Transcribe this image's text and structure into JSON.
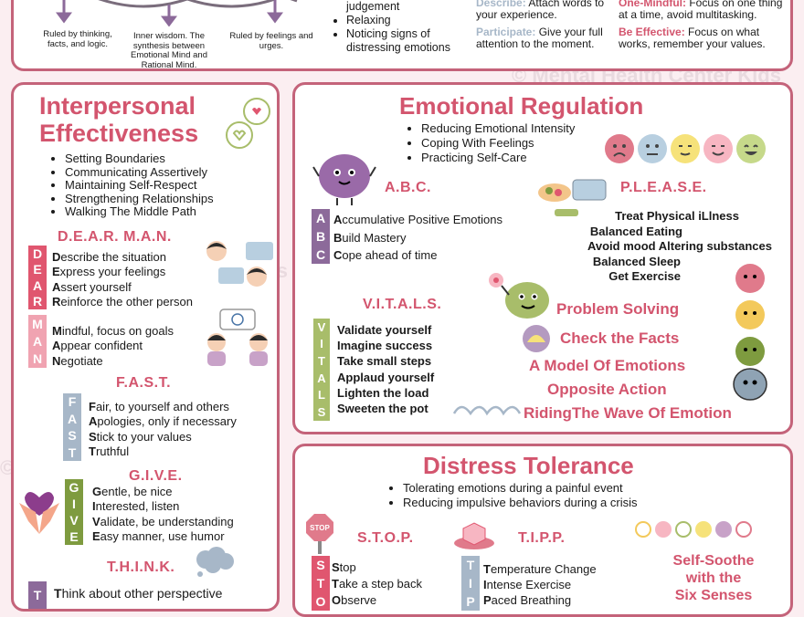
{
  "top": {
    "rational": "Ruled by thinking, facts, and logic.",
    "wise": "Inner wisdom. The synthesis between Emotional Mind and Rational Mind.",
    "emotional": "Ruled by feelings and urges.",
    "list": [
      "judgement",
      "Relaxing",
      "Noticing signs of distressing emotions"
    ],
    "describe_label": "Describe:",
    "describe_text": "Attach words to your experience.",
    "participate_label": "Participate:",
    "participate_text": "Give your full attention to the moment.",
    "onemind_label": "One-Mindful:",
    "onemind_text": "Focus on one thing at a time, avoid multitasking.",
    "effective_label": "Be Effective:",
    "effective_text": "Focus on what works, remember your values."
  },
  "interpersonal": {
    "title_line1": "Interpersonal",
    "title_line2": "Effectiveness",
    "bullets": [
      "Setting Boundaries",
      "Communicating Assertively",
      "Maintaining Self-Respect",
      "Strengthening Relationships",
      "Walking The Middle Path"
    ],
    "dearman_title": "D.E.A.R. M.A.N.",
    "dear_letters": [
      "D",
      "E",
      "A",
      "R"
    ],
    "dear_lines": [
      [
        "D",
        "escribe the situation"
      ],
      [
        "E",
        "xpress your feelings"
      ],
      [
        "A",
        "ssert yourself"
      ],
      [
        "R",
        "einforce the other person"
      ]
    ],
    "man_letters": [
      "M",
      "A",
      "N"
    ],
    "man_lines": [
      [
        "M",
        "indful, focus on goals"
      ],
      [
        "A",
        "ppear confident"
      ],
      [
        "N",
        "egotiate"
      ]
    ],
    "fast_title": "F.A.S.T.",
    "fast_letters": [
      "F",
      "A",
      "S",
      "T"
    ],
    "fast_lines": [
      [
        "F",
        "air, to yourself and others"
      ],
      [
        "A",
        "pologies, only if necessary"
      ],
      [
        "S",
        "tick to your values"
      ],
      [
        "T",
        "ruthful"
      ]
    ],
    "give_title": "G.I.V.E.",
    "give_letters": [
      "G",
      "I",
      "V",
      "E"
    ],
    "give_lines": [
      [
        "G",
        "entle, be nice"
      ],
      [
        "I",
        "nterested, listen"
      ],
      [
        "V",
        "alidate, be understanding"
      ],
      [
        "E",
        "asy manner, use humor"
      ]
    ],
    "think_title": "T.H.I.N.K.",
    "think_letters": [
      "T"
    ],
    "think_lines": [
      [
        "T",
        "hink about other perspective"
      ]
    ]
  },
  "emotional": {
    "title": "Emotional Regulation",
    "bullets": [
      "Reducing Emotional Intensity",
      "Coping With Feelings",
      "Practicing Self-Care"
    ],
    "abc_title": "A.B.C.",
    "abc_letters": [
      "A",
      "B",
      "C"
    ],
    "abc_lines": [
      [
        "A",
        "ccumulative Positive Emotions"
      ],
      [
        "B",
        "uild Mastery"
      ],
      [
        "C",
        "ope ahead of time"
      ]
    ],
    "please_title": "P.L.E.A.S.E.",
    "please_lines": [
      "Treat Physical iLlness",
      "Balanced Eating",
      "Avoid mood Altering substances",
      "Balanced Sleep",
      "Get Exercise"
    ],
    "vitals_title": "V.I.T.A.L.S.",
    "vitals_letters": [
      "V",
      "I",
      "T",
      "A",
      "L",
      "S"
    ],
    "vitals_lines": [
      [
        "V",
        "alidate yourself"
      ],
      [
        "I",
        "magine success"
      ],
      [
        "T",
        "ake small steps"
      ],
      [
        "A",
        "pplaud yourself"
      ],
      [
        "L",
        "ighten the load"
      ],
      [
        "S",
        "weeten the pot"
      ]
    ],
    "skills": [
      "Problem Solving",
      "Check the Facts",
      "A Model Of Emotions",
      "Opposite Action",
      "RidingThe Wave Of Emotion"
    ]
  },
  "distress": {
    "title": "Distress Tolerance",
    "bullets": [
      "Tolerating emotions during a painful event",
      "Reducing impulsive behaviors during a crisis"
    ],
    "stop_title": "S.T.O.P.",
    "stop_sign": "STOP",
    "stop_letters": [
      "S",
      "T",
      "O"
    ],
    "stop_lines": [
      [
        "S",
        "top"
      ],
      [
        "T",
        "ake a step back"
      ],
      [
        "O",
        "bserve"
      ]
    ],
    "tipp_title": "T.I.P.P.",
    "tipp_letters": [
      "T",
      "I",
      "P"
    ],
    "tipp_lines": [
      [
        "T",
        "emperature Change"
      ],
      [
        "I",
        "ntense Exercise"
      ],
      [
        "P",
        "aced Breathing"
      ]
    ],
    "soothe_line1": "Self-Soothe",
    "soothe_line2": "with the",
    "soothe_line3": "Six Senses"
  },
  "watermark": "© Mental Health Center Kids",
  "colors": {
    "pink": "#d3556e",
    "red": "#e0566f",
    "rose": "#f0a3b1",
    "slate": "#a7b7c8",
    "olive": "#7e9b3f",
    "purple": "#8c6a9a",
    "green": "#a8bd6a",
    "gray": "#a3aeb8"
  }
}
